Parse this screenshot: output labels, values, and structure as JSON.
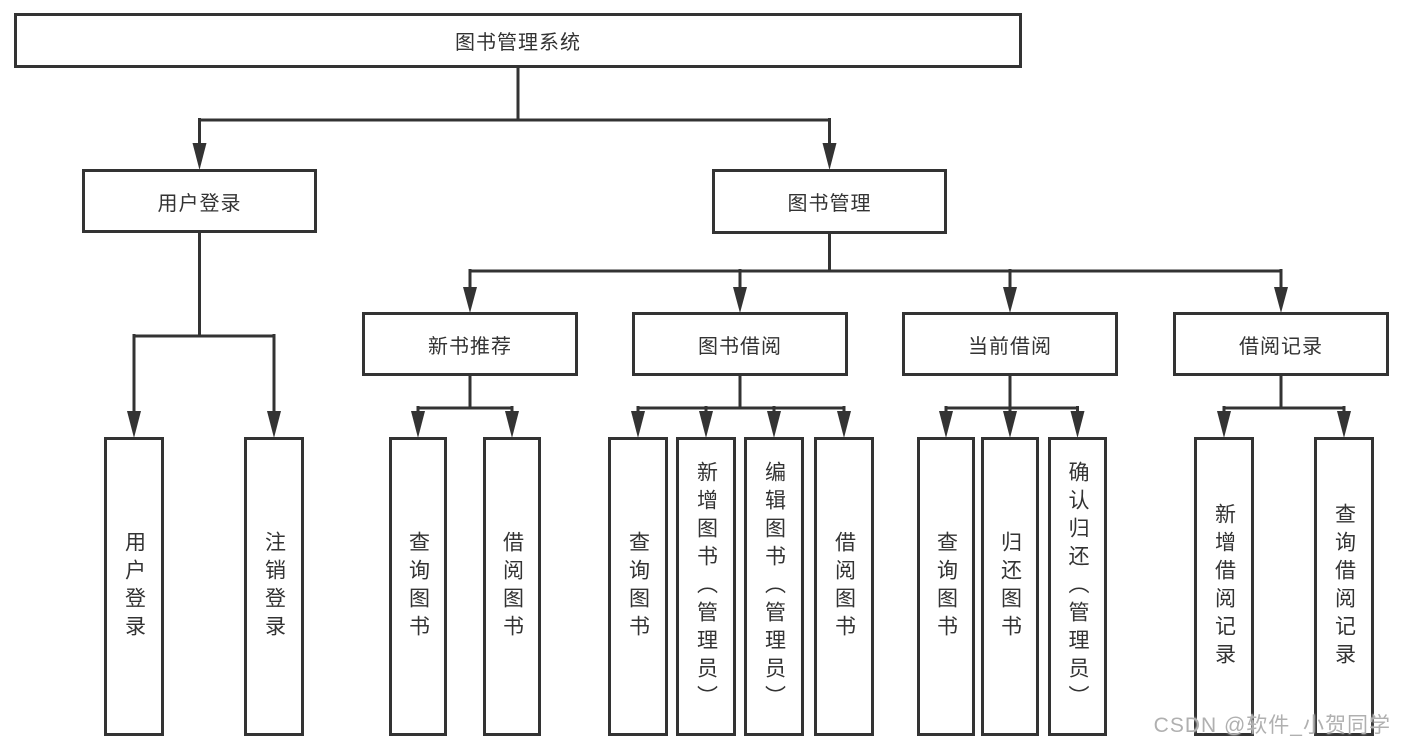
{
  "colors": {
    "line": "#333333",
    "text": "#333333",
    "background": "#ffffff",
    "watermark": "#b0b0b0"
  },
  "tree": {
    "label": "图书管理系统",
    "children": [
      {
        "label": "用户登录",
        "children": [
          {
            "label": "用户登录"
          },
          {
            "label": "注销登录"
          }
        ]
      },
      {
        "label": "图书管理",
        "children": [
          {
            "label": "新书推荐",
            "children": [
              {
                "label": "查询图书"
              },
              {
                "label": "借阅图书"
              }
            ]
          },
          {
            "label": "图书借阅",
            "children": [
              {
                "label": "查询图书"
              },
              {
                "label": "新增图书（管理员）"
              },
              {
                "label": "编辑图书（管理员）"
              },
              {
                "label": "借阅图书"
              }
            ]
          },
          {
            "label": "当前借阅",
            "children": [
              {
                "label": "查询图书"
              },
              {
                "label": "归还图书"
              },
              {
                "label": "确认归还（管理员）"
              }
            ]
          },
          {
            "label": "借阅记录",
            "children": [
              {
                "label": "新增借阅记录"
              },
              {
                "label": "查询借阅记录"
              }
            ]
          }
        ]
      }
    ]
  },
  "watermark": {
    "text": "CSDN @软件_小贺同学"
  }
}
